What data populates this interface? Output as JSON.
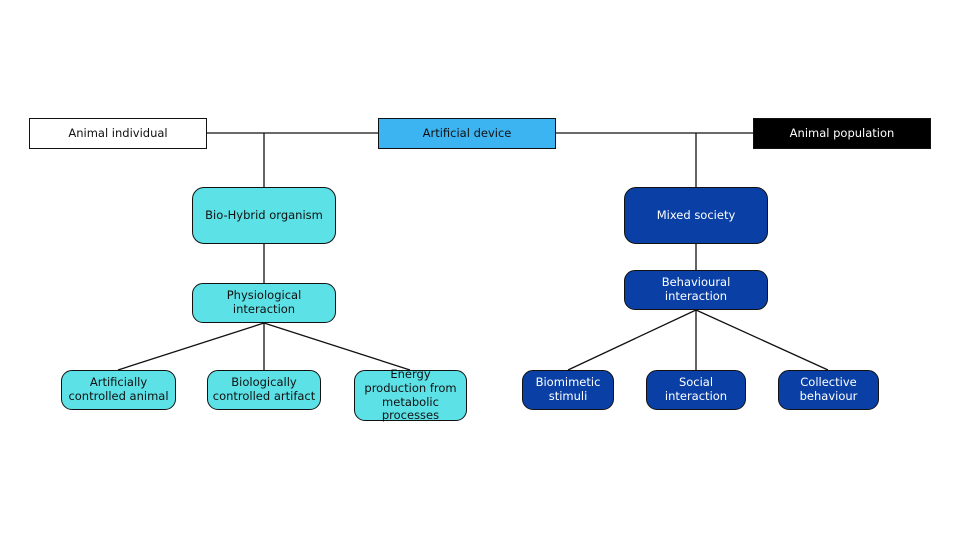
{
  "colors": {
    "device": "#3db4f2",
    "bio_hybrid": "#5ce1e6",
    "mixed_society": "#0a40a6",
    "population": "#000000",
    "individual": "#ffffff",
    "line": "#111111"
  },
  "top_row": {
    "animal_individual": "Animal individual",
    "artificial_device": "Artificial device",
    "animal_population": "Animal population"
  },
  "left_branch": {
    "organism": "Bio-Hybrid organism",
    "interaction": "Physiological interaction",
    "leaves": [
      "Artificially controlled animal",
      "Biologically controlled artifact",
      "Energy production from metabolic processes"
    ]
  },
  "right_branch": {
    "organism": "Mixed society",
    "interaction": "Behavioural interaction",
    "leaves": [
      "Biomimetic stimuli",
      "Social interaction",
      "Collective behaviour"
    ]
  }
}
